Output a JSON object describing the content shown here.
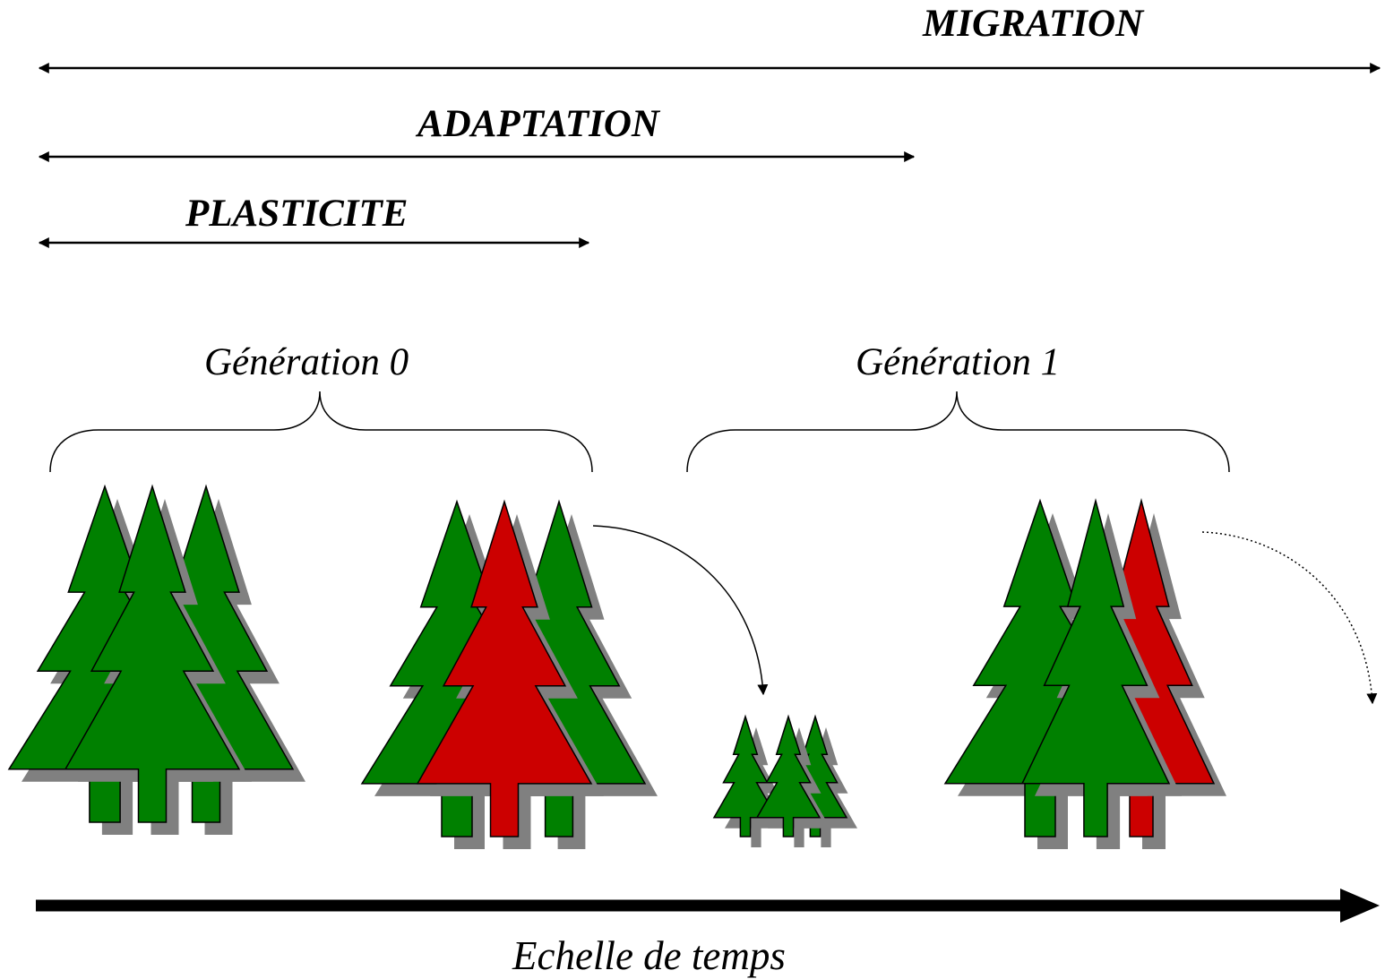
{
  "labels": {
    "migration": "MIGRATION",
    "adaptation": "ADAPTATION",
    "plasticite": "PLASTICITE",
    "generation_0": "Génération 0",
    "generation_1": "Génération 1",
    "time_axis": "Echelle de temps"
  },
  "colors": {
    "tree_green": "#008000",
    "tree_red": "#cc0000",
    "shadow": "#808080",
    "line": "#000000"
  }
}
